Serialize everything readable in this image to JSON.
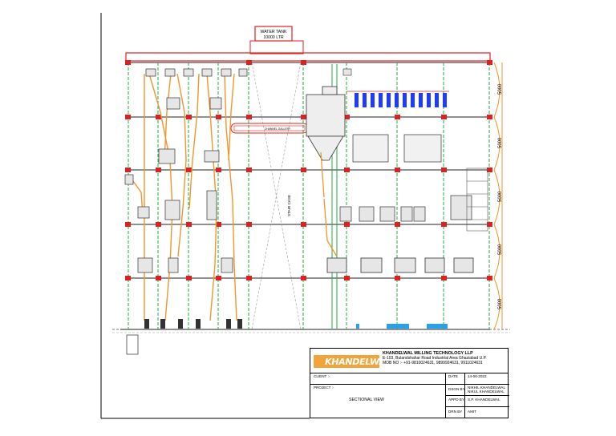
{
  "water_tank": {
    "line1": "WATER TANK",
    "line2": "10000 LTR"
  },
  "stair_case": "STAIR CASE",
  "gallery_label": "CHANNEL GALLERY",
  "floor_heights": [
    "5000",
    "5000",
    "5000",
    "5000",
    "5000"
  ],
  "title_block": {
    "logo_text": "KHANDELWAL",
    "company_name": "KHANDELWAL MILLING TECHNOLOGY LLP",
    "address": "E-103, Bulandshahar Road Industrial Area Ghaziabad U.P.",
    "mob": "MOB NO :- +91-9810024631, 9899924631, 9911024631",
    "client_label": "CLIENT :-",
    "project_label": "PROJECT :-",
    "drawing_title": "SECTIONAL VIEW",
    "date_label": "DATE",
    "date_value": "14-06-2022",
    "dsgn_label": "DSGN BY",
    "dsgn_value1": "NIKHIL KHANDELWAL",
    "dsgn_value2": "NIKUL KHANDELWAL",
    "appd_label": "APPD BY",
    "appd_value": "S.P. KHANDELWAL",
    "drwn_label": "DRN BY",
    "drwn_value": "AMIT"
  },
  "colors": {
    "column_red": "#e02020",
    "structure_green": "#1fae3c",
    "conveyor_orange": "#f0962a",
    "sifter_blue": "#1e3cff",
    "water_blue": "#2aa0e6",
    "line_black": "#222222"
  }
}
